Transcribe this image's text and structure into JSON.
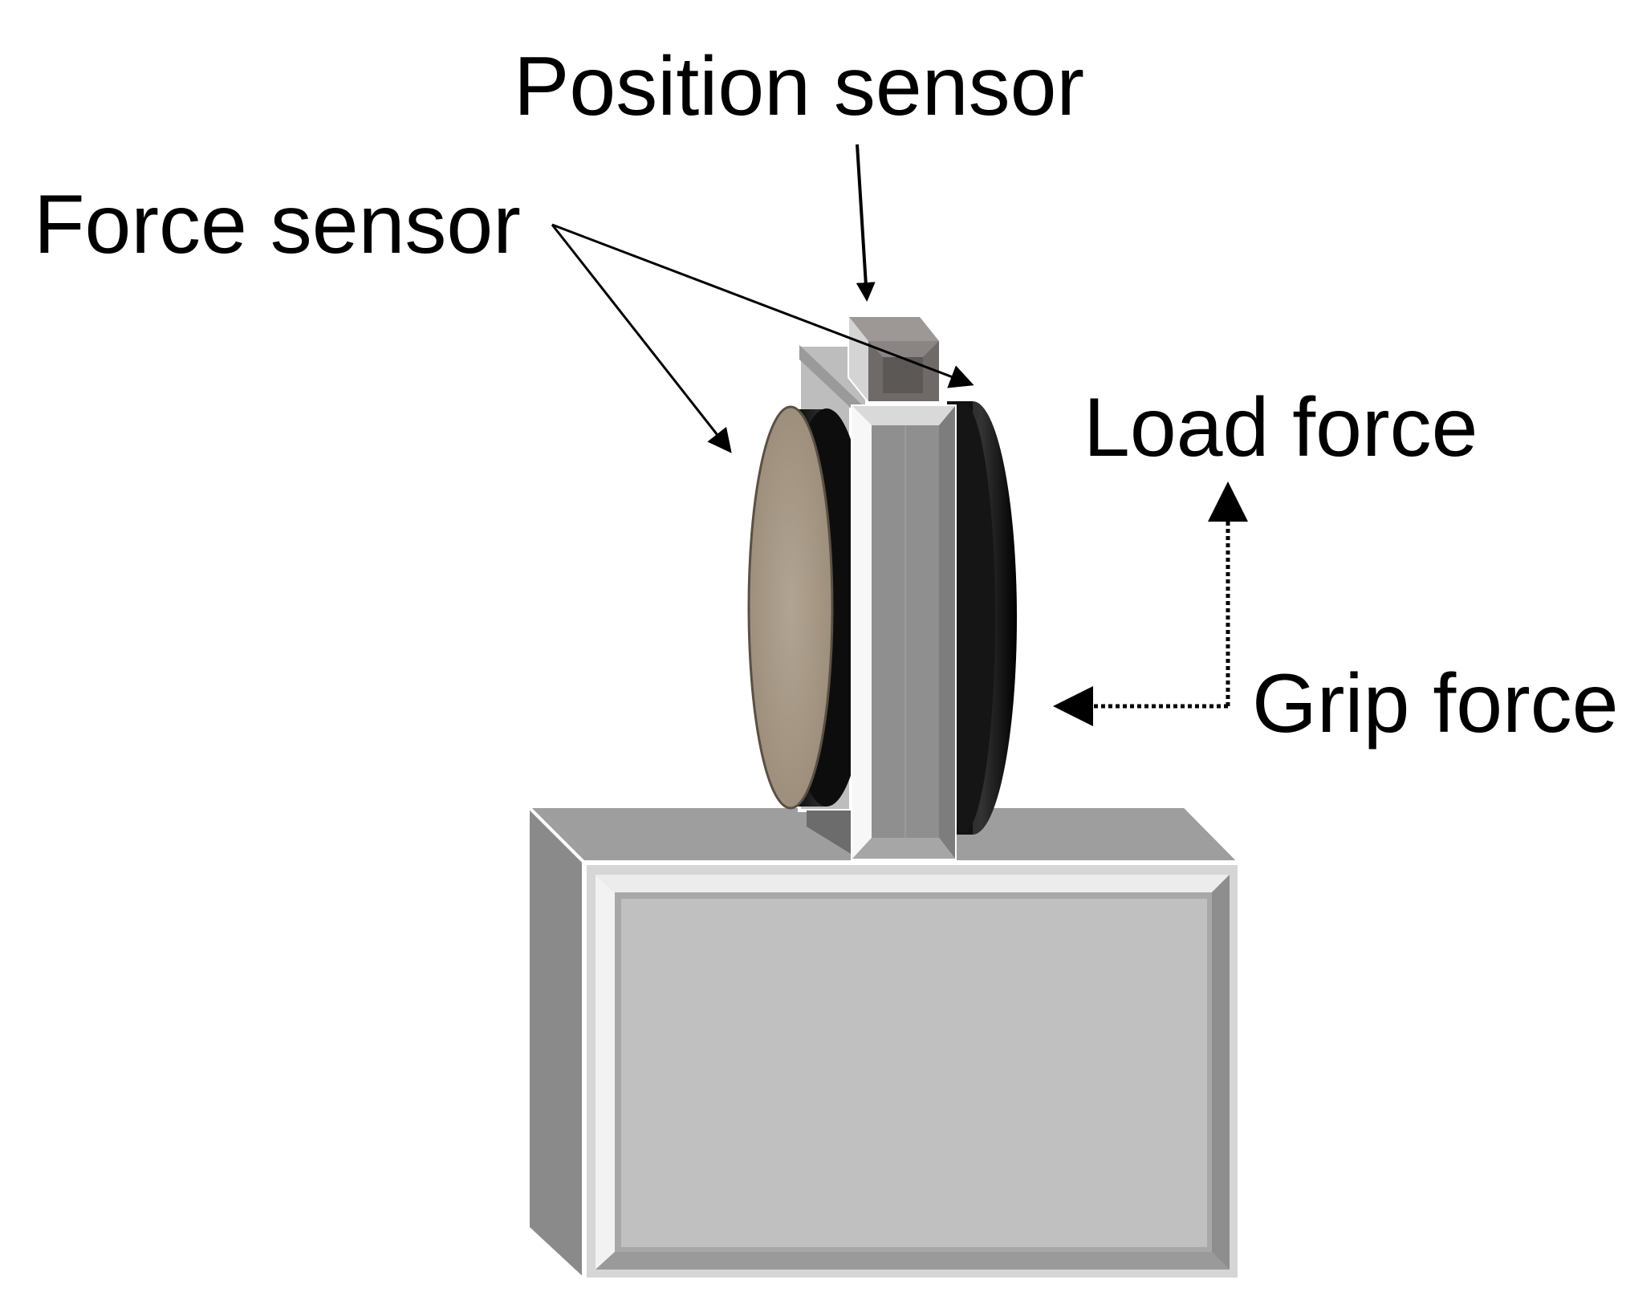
{
  "labels": {
    "position_sensor": "Position sensor",
    "force_sensor": "Force sensor",
    "load_force": "Load force",
    "grip_force": "Grip force"
  },
  "colors": {
    "background": "#ffffff",
    "base_face": "#c0c0c0",
    "base_side": "#8e8e8e",
    "handle_front": "#8f8f8f",
    "disc_face": "#a99a89",
    "disc_rim": "#111111",
    "sensor_cube": "#7e7a78",
    "arrow": "#000000"
  }
}
